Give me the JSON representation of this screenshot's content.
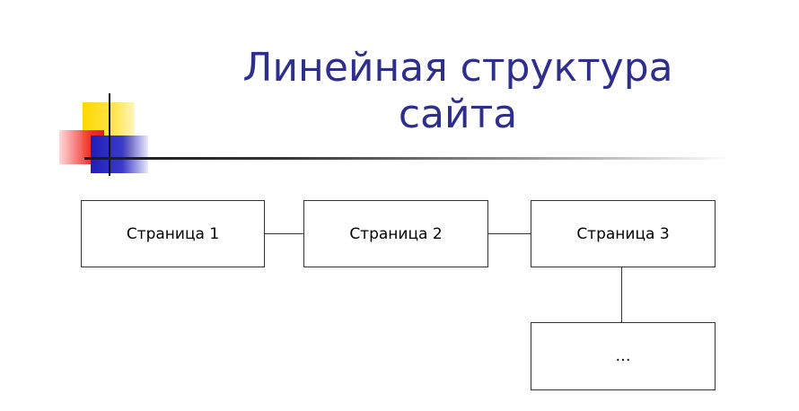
{
  "slide": {
    "title_line1": "Линейная структура",
    "title_line2": "сайта",
    "colors": {
      "title": "#2e2e8f",
      "logo_yellow": "#ffd800",
      "logo_red": "#e81818",
      "logo_blue": "#1f1fb8"
    }
  },
  "diagram": {
    "nodes": [
      {
        "id": "page-1",
        "label": "Страница 1"
      },
      {
        "id": "page-2",
        "label": "Страница 2"
      },
      {
        "id": "page-3",
        "label": "Страница 3"
      },
      {
        "id": "page-more",
        "label": "…"
      }
    ],
    "edges": [
      {
        "from": "page-1",
        "to": "page-2"
      },
      {
        "from": "page-2",
        "to": "page-3"
      },
      {
        "from": "page-3",
        "to": "page-more"
      }
    ]
  }
}
